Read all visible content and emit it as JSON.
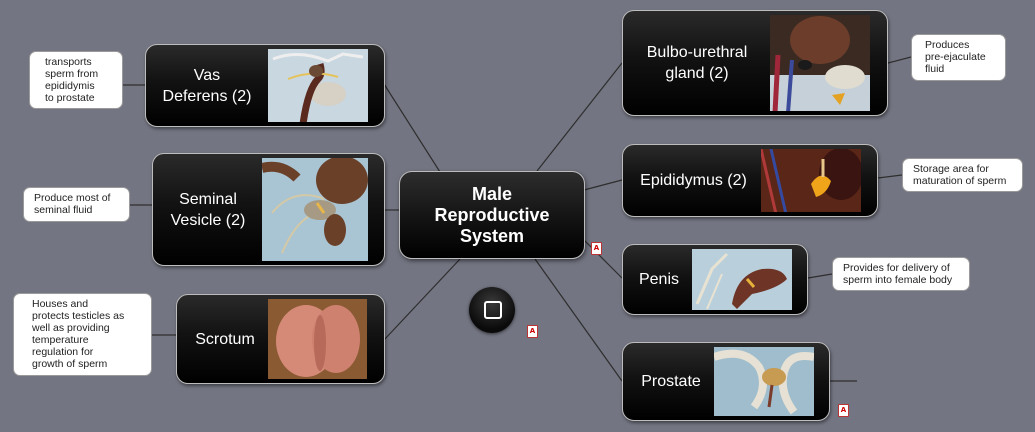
{
  "center": {
    "title": "Male\nReproductive\nSystem"
  },
  "nodes": {
    "vas_deferens": {
      "label": "Vas\nDeferens (2)",
      "note": "transports\nsperm from\nepididymis\nto prostate"
    },
    "seminal_vesicle": {
      "label": "Seminal\nVesicle (2)",
      "note": "Produce most of\nseminal fluid"
    },
    "scrotum": {
      "label": "Scrotum",
      "note": "Houses and\nprotects testicles as\nwell as providing\ntemperature\nregulation for\ngrowth of sperm"
    },
    "bulbourethral": {
      "label": "Bulbo-urethral\ngland (2)",
      "note": "Produces\npre-ejaculate\nfluid"
    },
    "epididymus": {
      "label": "Epididymus (2)",
      "note": "Storage area for\nmaturation of sperm"
    },
    "penis": {
      "label": "Penis",
      "note": "Provides for delivery of\nsperm into female body"
    },
    "prostate": {
      "label": "Prostate"
    }
  },
  "icons": {
    "attachment": "pdf-attachment-icon",
    "stop": "stop-button-icon"
  },
  "colors": {
    "background": "#737582",
    "node": "#000000",
    "note": "#ffffff",
    "lines": "#2b2b2b"
  }
}
